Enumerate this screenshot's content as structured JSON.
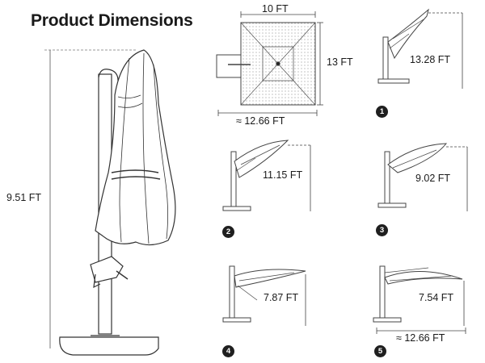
{
  "title": "Product Dimensions",
  "main": {
    "height_label": "9.51 FT"
  },
  "top_view": {
    "width_label": "10 FT",
    "depth_label": "13 FT",
    "diagonal_label": "≈ 12.66 FT"
  },
  "positions": [
    {
      "badge": "1",
      "height_label": "13.28 FT"
    },
    {
      "badge": "2",
      "height_label": "11.15 FT"
    },
    {
      "badge": "3",
      "height_label": "9.02 FT"
    },
    {
      "badge": "4",
      "height_label": "7.87 FT"
    },
    {
      "badge": "5",
      "height_label": "7.54 FT",
      "span_label": "≈ 12.66 FT"
    }
  ]
}
